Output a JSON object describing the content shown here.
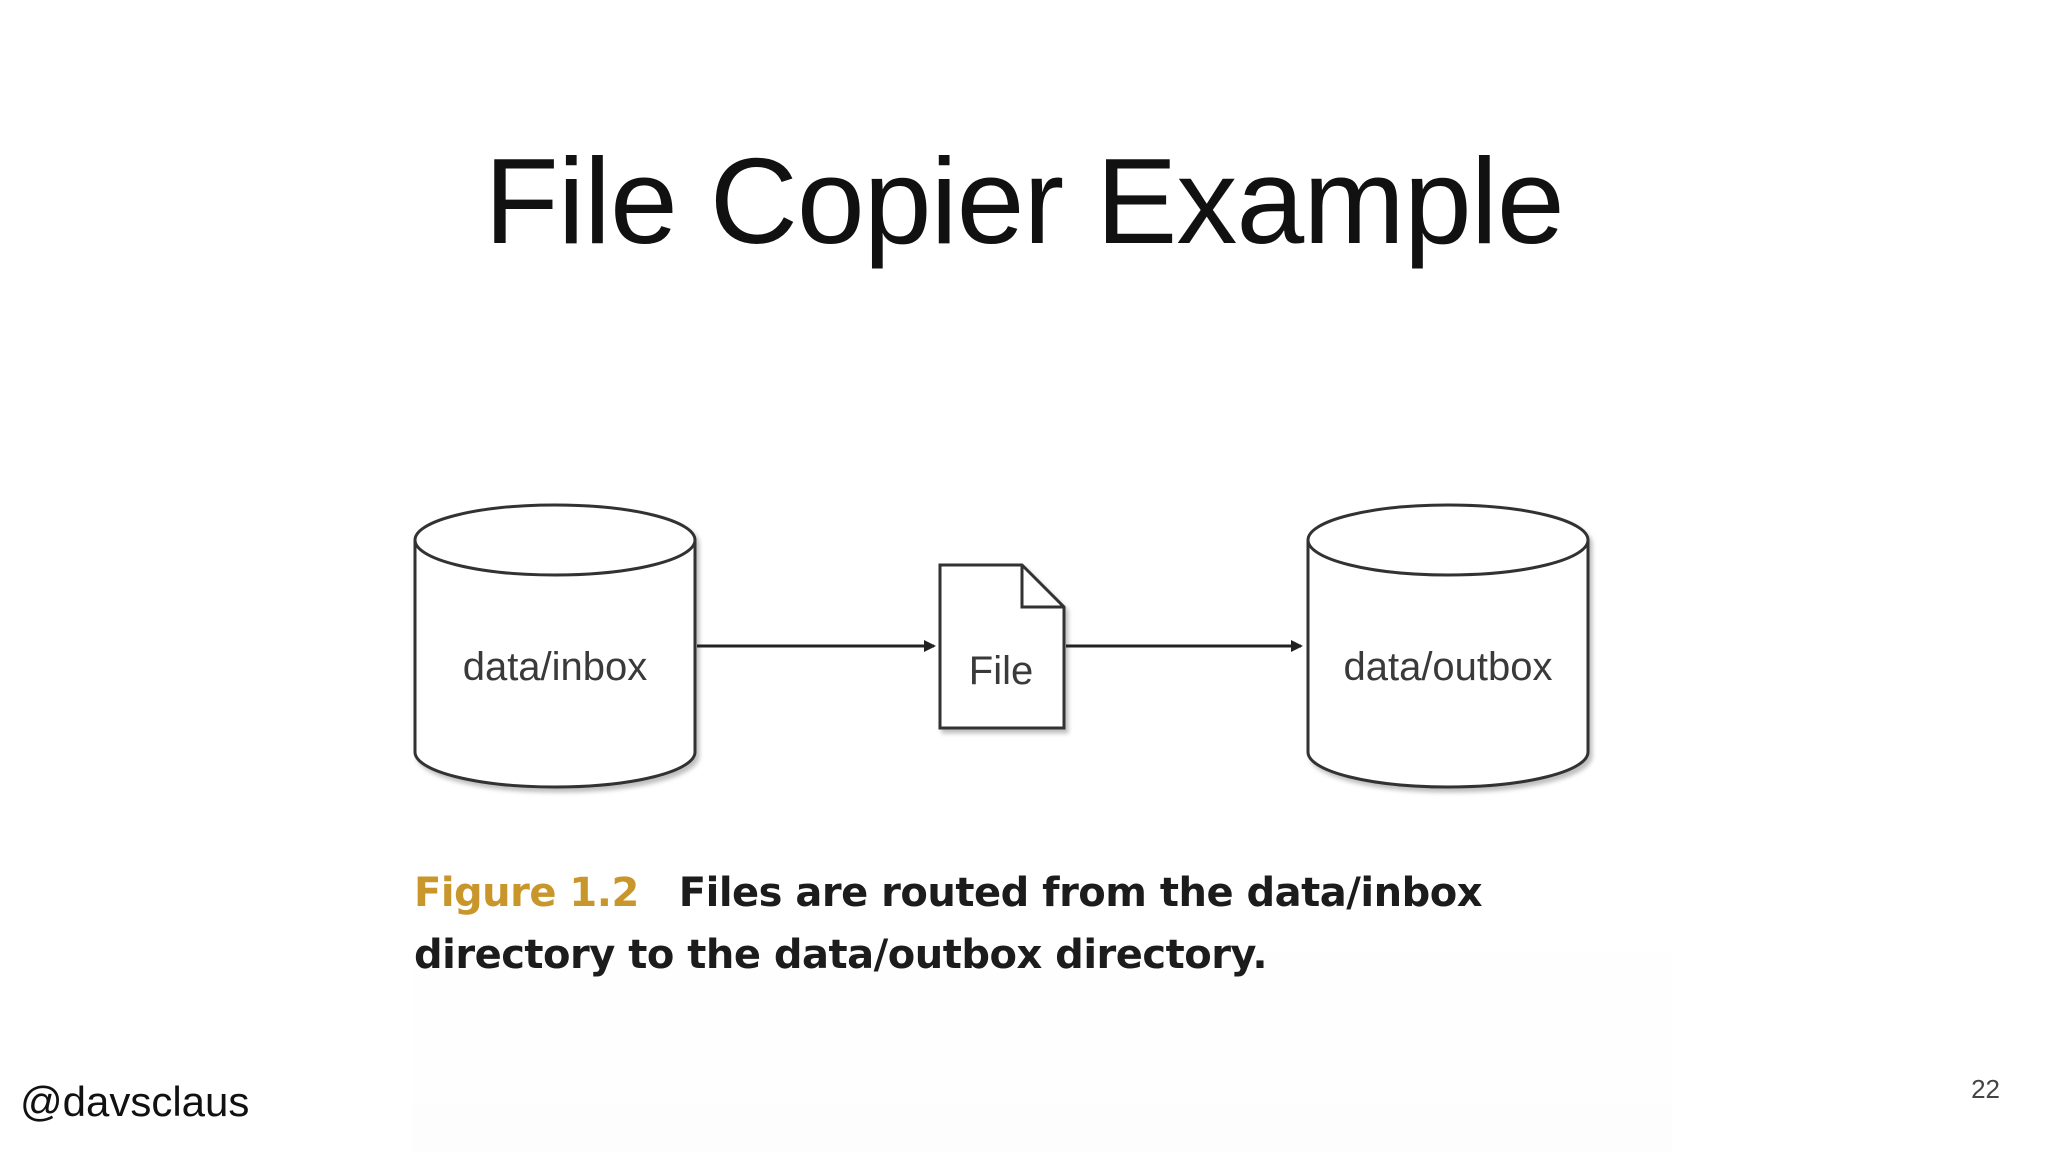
{
  "slide": {
    "title": "File Copier Example",
    "handle": "@davsclaus",
    "page_number": "22"
  },
  "diagram": {
    "source_label": "data/inbox",
    "file_label": "File",
    "target_label": "data/outbox"
  },
  "caption": {
    "figure_number": "Figure 1.2",
    "line1": "Files are routed from the data/inbox",
    "line2": "directory to the data/outbox directory."
  }
}
